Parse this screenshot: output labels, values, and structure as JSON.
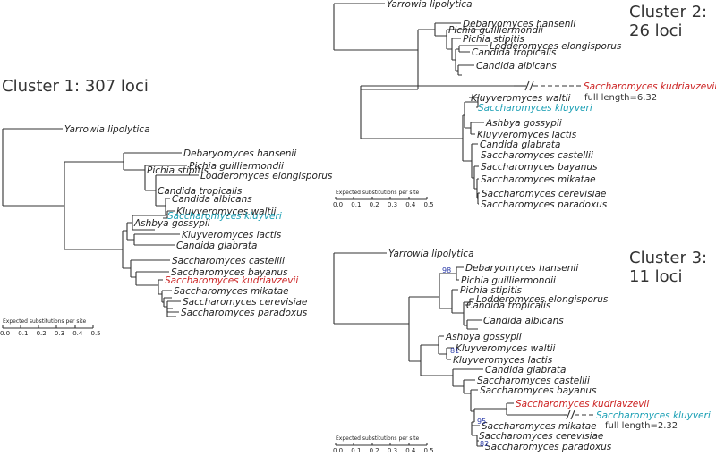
{
  "headings": {
    "cluster1": "Cluster 1: 307 loci",
    "cluster2_line1": "Cluster 2:",
    "cluster2_line2": "26 loci",
    "cluster3_line1": "Cluster 3:",
    "cluster3_line2": "11 loci"
  },
  "colors": {
    "highlight_red": "#cc2222",
    "highlight_cyan": "#1a9fb4",
    "support": "#2a3aa8"
  },
  "scale": {
    "title": "Expected substitutions per site",
    "ticks": [
      "0.0",
      "0.1",
      "0.2",
      "0.3",
      "0.4",
      "0.5"
    ]
  },
  "trees": [
    {
      "id": "cluster1",
      "taxa": [
        {
          "name": "Yarrowia lipolytica"
        },
        {
          "name": "Debaryomyces hansenii"
        },
        {
          "name": "Pichia guilliermondii"
        },
        {
          "name": "Pichia stipitis"
        },
        {
          "name": "Lodderomyces elongisporus"
        },
        {
          "name": "Candida tropicalis"
        },
        {
          "name": "Candida albicans"
        },
        {
          "name": "Kluyveromyces waltii"
        },
        {
          "name": "Saccharomyces kluyveri",
          "color": "cyan"
        },
        {
          "name": "Ashbya gossypii"
        },
        {
          "name": "Kluyveromyces lactis"
        },
        {
          "name": "Candida glabrata"
        },
        {
          "name": "Saccharomyces castellii"
        },
        {
          "name": "Saccharomyces bayanus"
        },
        {
          "name": "Saccharomyces kudriavzevii",
          "color": "red"
        },
        {
          "name": "Saccharomyces mikatae"
        },
        {
          "name": "Saccharomyces cerevisiae"
        },
        {
          "name": "Saccharomyces paradoxus"
        }
      ],
      "notes": [],
      "supports": []
    },
    {
      "id": "cluster2",
      "taxa": [
        {
          "name": "Yarrowia lipolytica"
        },
        {
          "name": "Debaryomyces hansenii"
        },
        {
          "name": "Pichia guilliermondii"
        },
        {
          "name": "Pichia stipitis"
        },
        {
          "name": "Lodderomyces elongisporus"
        },
        {
          "name": "Candida tropicalis"
        },
        {
          "name": "Candida albicans"
        },
        {
          "name": "Saccharomyces kudriavzevii",
          "color": "red",
          "truncated": true
        },
        {
          "name": "Kluyveromyces waltii"
        },
        {
          "name": "Saccharomyces kluyveri",
          "color": "cyan"
        },
        {
          "name": "Ashbya gossypii"
        },
        {
          "name": "Kluyveromyces lactis"
        },
        {
          "name": "Candida glabrata"
        },
        {
          "name": "Saccharomyces castellii"
        },
        {
          "name": "Saccharomyces bayanus"
        },
        {
          "name": "Saccharomyces mikatae"
        },
        {
          "name": "Saccharomyces cerevisiae"
        },
        {
          "name": "Saccharomyces paradoxus"
        }
      ],
      "notes": [
        "full length=6.32"
      ],
      "supports": []
    },
    {
      "id": "cluster3",
      "taxa": [
        {
          "name": "Yarrowia lipolytica"
        },
        {
          "name": "Debaryomyces hansenii"
        },
        {
          "name": "Pichia guilliermondii"
        },
        {
          "name": "Pichia stipitis"
        },
        {
          "name": "Lodderomyces elongisporus"
        },
        {
          "name": "Candida tropicalis"
        },
        {
          "name": "Candida albicans"
        },
        {
          "name": "Ashbya gossypii"
        },
        {
          "name": "Kluyveromyces waltii"
        },
        {
          "name": "Kluyveromyces lactis"
        },
        {
          "name": "Candida glabrata"
        },
        {
          "name": "Saccharomyces castellii"
        },
        {
          "name": "Saccharomyces bayanus"
        },
        {
          "name": "Saccharomyces kudriavzevii",
          "color": "red"
        },
        {
          "name": "Saccharomyces kluyveri",
          "color": "cyan",
          "truncated": true
        },
        {
          "name": "Saccharomyces mikatae"
        },
        {
          "name": "Saccharomyces cerevisiae"
        },
        {
          "name": "Saccharomyces paradoxus"
        }
      ],
      "notes": [
        "full length=2.32"
      ],
      "supports": [
        "98",
        "81",
        "95",
        "82"
      ]
    }
  ]
}
